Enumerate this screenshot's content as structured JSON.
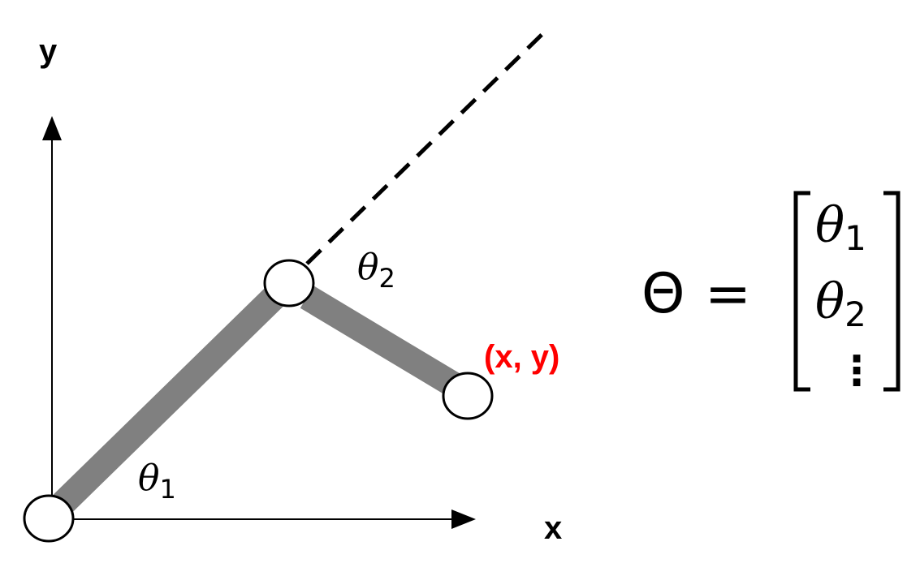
{
  "axes": {
    "x_label": "x",
    "y_label": "y"
  },
  "joints": {
    "theta1_symbol": "θ",
    "theta1_sub": "1",
    "theta2_symbol": "θ",
    "theta2_sub": "2"
  },
  "end_effector": {
    "label": "(x, y)",
    "color": "#ff0000"
  },
  "vector": {
    "name": "Θ",
    "equals": "=",
    "entries": [
      {
        "symbol": "θ",
        "sub": "1"
      },
      {
        "symbol": "θ",
        "sub": "2"
      }
    ],
    "ellipsis": "⋮"
  },
  "colors": {
    "link": "#808080",
    "joint_fill": "#ffffff",
    "stroke": "#000000"
  }
}
